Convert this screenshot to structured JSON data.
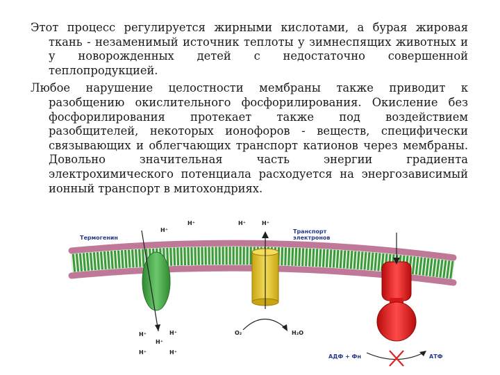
{
  "paragraphs": [
    "Этот процесс регулируется жирными кислотами, а бурая жировая ткань - незаменимый источник теплоты у зимнеспящих животных и у новорожденных детей с недостаточно совершенной теплопродукцией.",
    "Любое нарушение целостности мембраны также приводит к разобщению окислительного фосфорилирования. Окисление без фосфорилирования протекает также под воздействием разобщителей, некоторых ионофоров - веществ, специфически связывающих и облегчающих транспорт катионов через мембраны. Довольно значительная часть энергии градиента электрохимического потенциала расходуется на энергозависимый ионный транспорт в митохондриях."
  ],
  "diagram": {
    "labels": {
      "thermogenin": "Термогенин",
      "electron_transport": "Транспорт электронов",
      "o2": "O₂",
      "h2o": "H₂O",
      "adp_fn": "АДФ + Фн",
      "atp": "АТФ"
    },
    "ions": {
      "top_1": "H⁺",
      "top_2": "H⁺",
      "top_3": "H⁺",
      "top_4": "H⁺",
      "bottom_1": "H⁺",
      "bottom_2": "H⁺",
      "bottom_3": "H⁺",
      "bottom_4": "H⁺",
      "bottom_5": "H⁺"
    },
    "colors": {
      "membrane_head": "#c07898",
      "membrane_tail": "#3a9a3a",
      "thermogenin": "#45a845",
      "electron_transport": "#e0c020",
      "atp_synthase": "#e01818",
      "blocked_mark": "#e02020"
    }
  }
}
